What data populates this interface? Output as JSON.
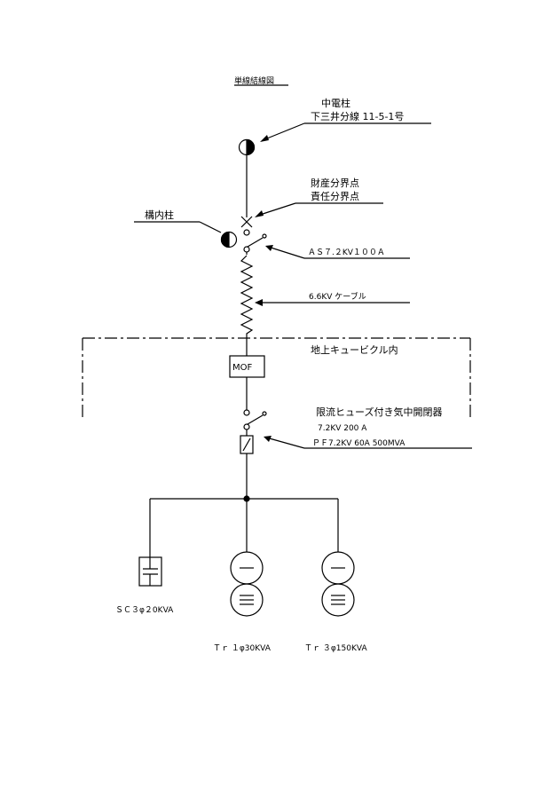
{
  "title": "単線結線図",
  "pole_main": {
    "line1": "中電柱",
    "line2": "下三井分線 11-5-1号"
  },
  "demarcation": {
    "line1": "財産分界点",
    "line2": "責任分界点"
  },
  "pole_yard": "構内柱",
  "as_switch": "ＡＳ７.２KV１００Ａ",
  "cable": "6.6KV ケーブル",
  "cubicle": "地上キュービクル内",
  "mof": "MOF",
  "pf": {
    "line1": "限流ヒューズ付き気中開閉器",
    "line2": "7.2KV 200 A",
    "line3": "ＰＦ7.2KV 60A 500MVA"
  },
  "loads": {
    "sc": "ＳＣ３φ２0KVA",
    "tr1": "Ｔｒ １φ30KVA",
    "tr3": "Ｔｒ ３φ150KVA"
  }
}
